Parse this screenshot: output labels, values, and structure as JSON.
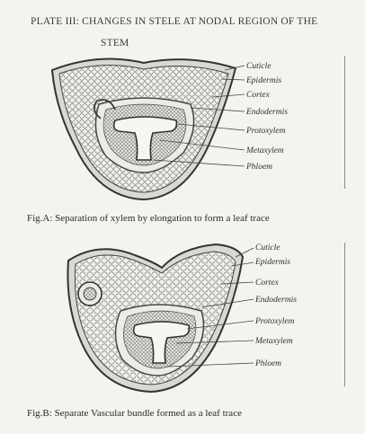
{
  "plate": {
    "title_line1": "PLATE III: CHANGES IN STELE AT NODAL REGION OF THE",
    "title_line2": "STEM"
  },
  "figure_a": {
    "labels": [
      "Cuticle",
      "Epidermis",
      "Cortex",
      "Endodermis",
      "Protoxylem",
      "Metaxylem",
      "Phloem"
    ],
    "caption": "Fig.A: Separation of xylem by elongation to form a leaf trace"
  },
  "figure_b": {
    "labels": [
      "Cuticle",
      "Epidermis",
      "Cortex",
      "Endodermis",
      "Protoxylem",
      "Metaxylem",
      "Phloem"
    ],
    "caption": "Fig.B: Separate Vascular bundle formed as a leaf trace"
  }
}
